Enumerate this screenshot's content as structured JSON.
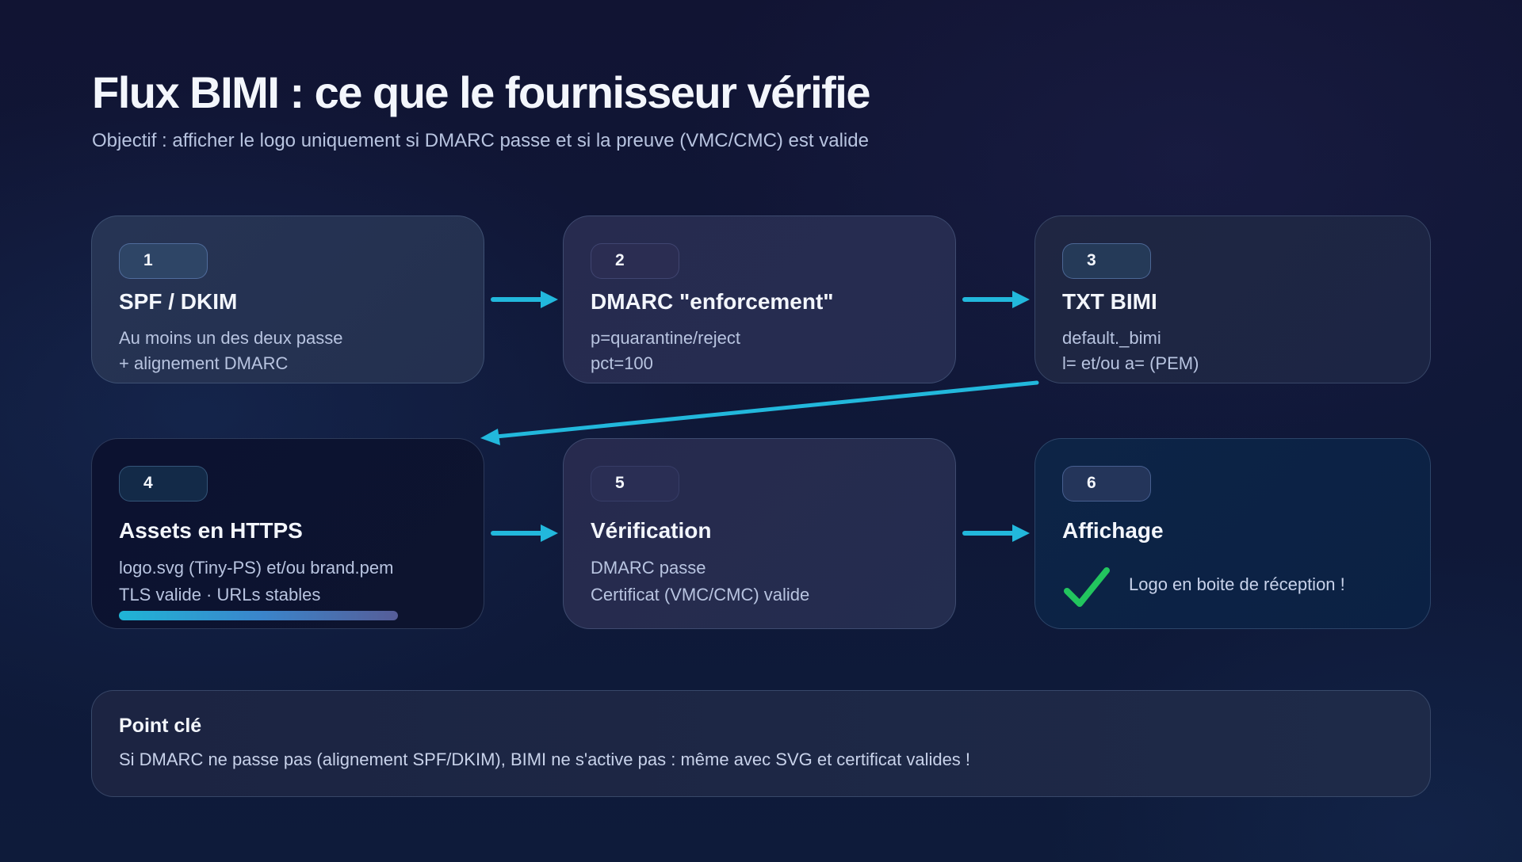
{
  "header": {
    "title": "Flux BIMI : ce que le fournisseur vérifie",
    "subtitle": "Objectif : afficher le logo uniquement si DMARC passe et si la preuve (VMC/CMC) est valide"
  },
  "steps": [
    {
      "number": "1",
      "title": "SPF / DKIM",
      "lines": [
        "Au moins un des deux passe",
        "+ alignement DMARC"
      ]
    },
    {
      "number": "2",
      "title": "DMARC \"enforcement\"",
      "lines": [
        "p=quarantine/reject",
        "pct=100"
      ]
    },
    {
      "number": "3",
      "title": "TXT BIMI",
      "lines": [
        "default._bimi",
        "l= et/ou a= (PEM)"
      ]
    },
    {
      "number": "4",
      "title": "Assets en HTTPS",
      "lines": [
        "logo.svg (Tiny-PS) et/ou brand.pem",
        "TLS valide · URLs stables"
      ]
    },
    {
      "number": "5",
      "title": "Vérification",
      "lines": [
        "DMARC passe",
        "Certificat (VMC/CMC) valide"
      ]
    },
    {
      "number": "6",
      "title": "Affichage",
      "lines": [
        "Logo en boite de réception !"
      ],
      "icon": "check-icon"
    }
  ],
  "flow": [
    {
      "from": "1",
      "to": "2"
    },
    {
      "from": "2",
      "to": "3"
    },
    {
      "from": "3",
      "to": "4"
    },
    {
      "from": "4",
      "to": "5"
    },
    {
      "from": "5",
      "to": "6"
    }
  ],
  "key_point": {
    "title": "Point clé",
    "text": "Si DMARC ne passe pas (alignement SPF/DKIM), BIMI ne s'active pas : même avec SVG et certificat valides !"
  },
  "colors": {
    "arrow": "#22b8dc",
    "check": "#22c55e",
    "background": "#101636",
    "text_primary": "#f3f6fc",
    "text_secondary": "#b8c4e0"
  }
}
